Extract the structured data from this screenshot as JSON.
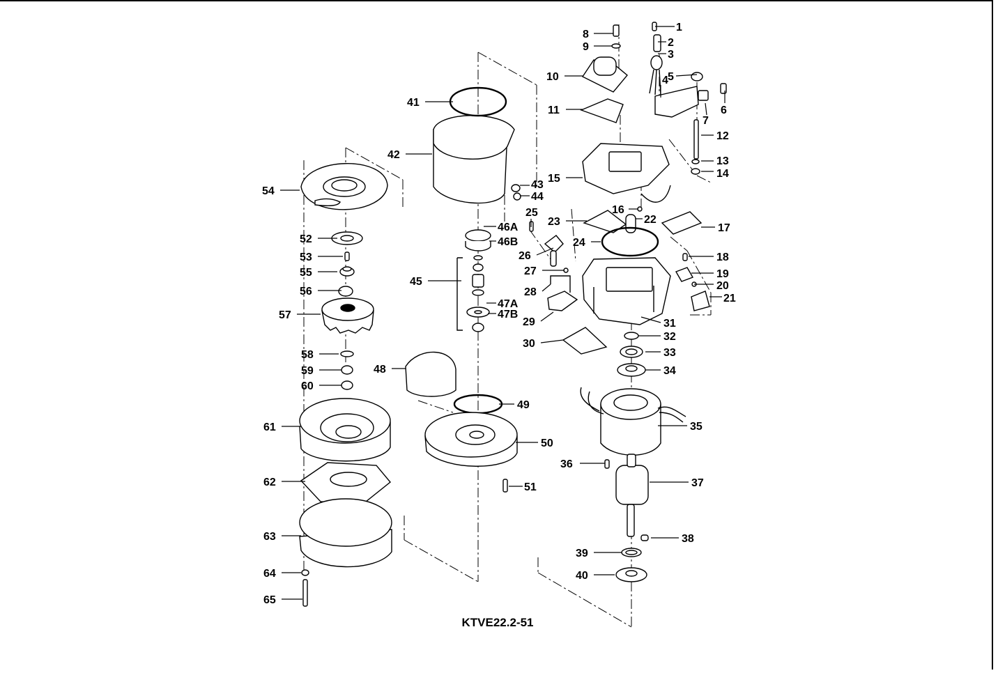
{
  "diagram": {
    "caption": "KTVE22.2-51",
    "part_labels": [
      "1",
      "2",
      "3",
      "4",
      "5",
      "6",
      "7",
      "8",
      "9",
      "10",
      "11",
      "12",
      "13",
      "14",
      "15",
      "16",
      "17",
      "18",
      "19",
      "20",
      "21",
      "22",
      "23",
      "24",
      "25",
      "26",
      "27",
      "28",
      "29",
      "30",
      "31",
      "32",
      "33",
      "34",
      "35",
      "36",
      "37",
      "38",
      "39",
      "40",
      "41",
      "42",
      "43",
      "44",
      "45",
      "46A",
      "46B",
      "47A",
      "47B",
      "48",
      "49",
      "50",
      "51",
      "52",
      "53",
      "54",
      "55",
      "56",
      "57",
      "58",
      "59",
      "60",
      "61",
      "62",
      "63",
      "64",
      "65"
    ]
  }
}
